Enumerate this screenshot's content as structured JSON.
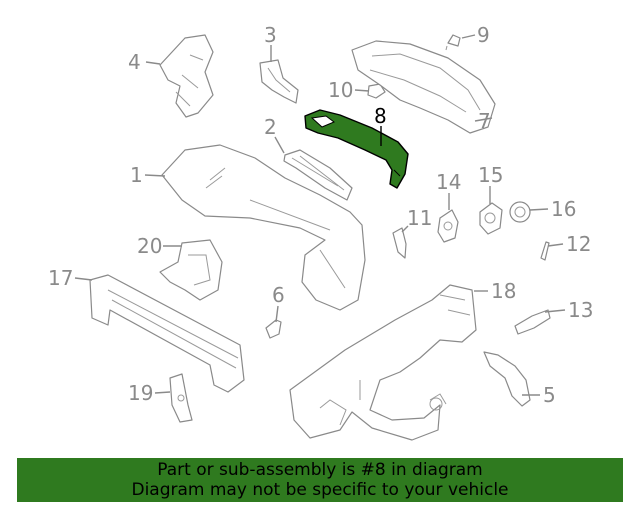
{
  "diagram": {
    "highlighted_part": "8",
    "highlight_color": "#2f7a1f",
    "line_color": "#8a8a8a",
    "callouts": [
      {
        "id": "part-1",
        "label": "1"
      },
      {
        "id": "part-2",
        "label": "2"
      },
      {
        "id": "part-3",
        "label": "3"
      },
      {
        "id": "part-4",
        "label": "4"
      },
      {
        "id": "part-5",
        "label": "5"
      },
      {
        "id": "part-6",
        "label": "6"
      },
      {
        "id": "part-7",
        "label": "7"
      },
      {
        "id": "part-8",
        "label": "8"
      },
      {
        "id": "part-9",
        "label": "9"
      },
      {
        "id": "part-10",
        "label": "10"
      },
      {
        "id": "part-11",
        "label": "11"
      },
      {
        "id": "part-12",
        "label": "12"
      },
      {
        "id": "part-13",
        "label": "13"
      },
      {
        "id": "part-14",
        "label": "14"
      },
      {
        "id": "part-15",
        "label": "15"
      },
      {
        "id": "part-16",
        "label": "16"
      },
      {
        "id": "part-17",
        "label": "17"
      },
      {
        "id": "part-18",
        "label": "18"
      },
      {
        "id": "part-19",
        "label": "19"
      },
      {
        "id": "part-20",
        "label": "20"
      }
    ]
  },
  "banner": {
    "line1": "Part or sub-assembly is #8 in diagram",
    "line2": "Diagram may not be specific to your vehicle",
    "background": "#2f7a1f"
  }
}
